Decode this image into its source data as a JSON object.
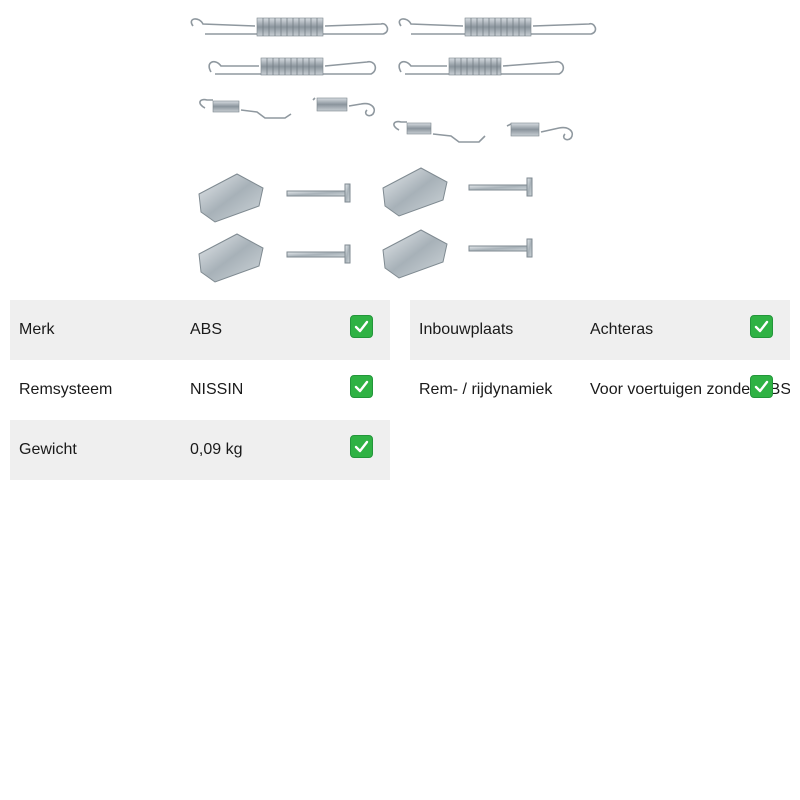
{
  "product": {
    "image_alt": "",
    "accent_color": "#2fb244"
  },
  "specs_left": [
    {
      "label": "Merk",
      "value": "ABS"
    },
    {
      "label": "Remsysteem",
      "value": "NISSIN"
    },
    {
      "label": "Gewicht",
      "value": "0,09 kg"
    }
  ],
  "specs_right": [
    {
      "label": "Inbouwplaats",
      "value": "Achteras"
    },
    {
      "label": "Rem- / rijdynamiek",
      "value": "Voor voertuigen zonder ABS"
    }
  ],
  "icons": {
    "check": "check-mark-icon"
  }
}
